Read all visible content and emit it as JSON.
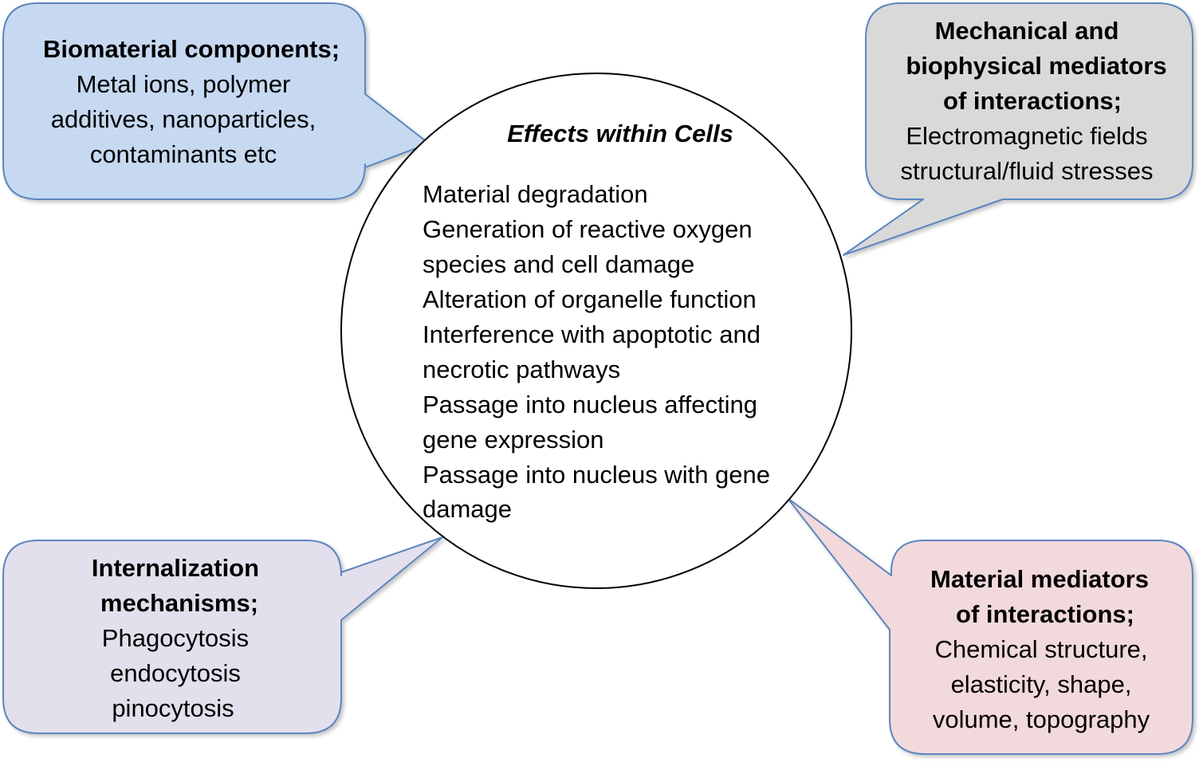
{
  "colors": {
    "stroke": "#5b86bf",
    "biomaterial_fill": "#c6d9f1",
    "mechanical_fill": "#d9d9d9",
    "internalization_fill": "#e4dfec",
    "material_fill": "#f2d9dc",
    "circle_fill": "#ffffff",
    "circle_stroke": "#000000"
  },
  "center": {
    "title": "Effects within Cells",
    "items": [
      "Material degradation",
      "Generation of reactive oxygen",
      "species and cell damage",
      "Alteration of organelle function",
      "Interference with apoptotic and",
      "necrotic pathways",
      "Passage into nucleus affecting",
      "gene expression",
      "Passage into nucleus with gene",
      "damage"
    ]
  },
  "callouts": {
    "biomaterial": {
      "heading": "Biomaterial components;",
      "lines": [
        "Metal ions, polymer",
        "additives, nanoparticles,",
        "contaminants etc"
      ]
    },
    "mechanical": {
      "heading_lines": [
        "Mechanical and",
        "biophysical mediators",
        "of interactions;"
      ],
      "lines": [
        "Electromagnetic fields",
        "structural/fluid stresses"
      ]
    },
    "internalization": {
      "heading_lines": [
        "Internalization",
        "mechanisms;"
      ],
      "lines": [
        "Phagocytosis",
        "endocytosis",
        "pinocytosis"
      ]
    },
    "material": {
      "heading_lines": [
        "Material mediators",
        "of interactions;"
      ],
      "lines": [
        "Chemical structure,",
        "elasticity, shape,",
        "volume, topography"
      ]
    }
  }
}
